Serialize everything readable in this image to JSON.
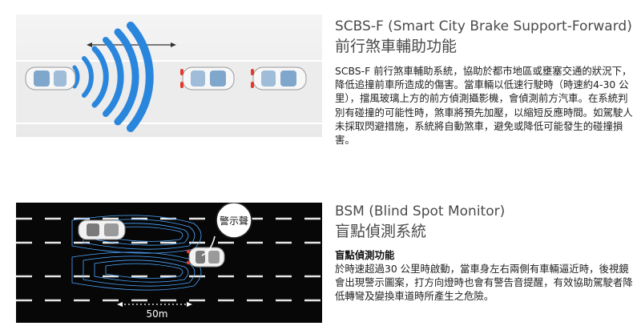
{
  "scbs": {
    "title_en": "SCBS-F (Smart City Brake Support-Forward)",
    "title_zh": "前行煞車輔助功能",
    "description": "SCBS-F 前行煞車輔助系統，協助於都市地區或壅塞交通的狀況下，降低追撞前車所造成的傷害。當車輛以低速行駛時（時速約4-30 公里），擋風玻璃上方的前方偵測攝影機，會偵測前方汽車。在系統判別有碰撞的可能性時，煞車將預先加壓，以縮短反應時間。如駕駛人未採取閃避措施，系統將自動煞車，避免或降低可能發生的碰撞損害。"
  },
  "bsm": {
    "title_en": "BSM (Blind Spot Monitor)",
    "title_zh": "盲點偵測系統",
    "sub_heading": "盲點偵測功能",
    "description": "於時速超過30 公里時啟動，當車身左右兩側有車輛逼近時，後視鏡會出現警示圖案，打方向燈時也會有警告音提醒，有效協助駕駛者降低轉彎及變換車道時所產生之危險。",
    "warning_label": "警示聲",
    "distance_label": "50m"
  },
  "colors": {
    "wave_blue": "#2a86dc",
    "zone_blue": "#4da6ff",
    "brake_light_red": "#e23a2a"
  }
}
